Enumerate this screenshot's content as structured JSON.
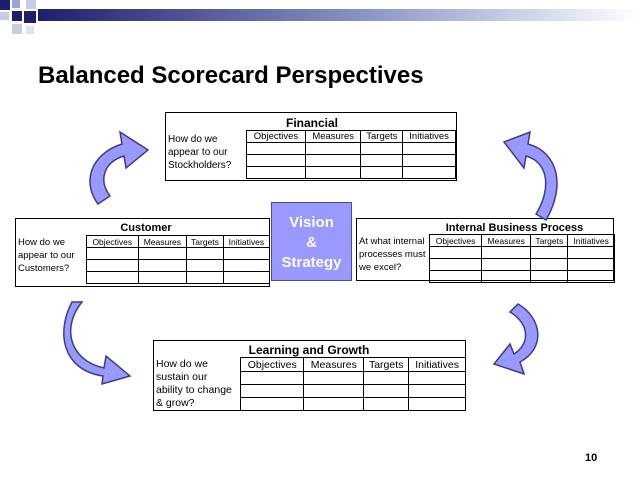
{
  "slide": {
    "title": "Balanced Scorecard Perspectives",
    "page_number": "10"
  },
  "columns": [
    "Objectives",
    "Measures",
    "Targets",
    "Initiatives"
  ],
  "vision": {
    "line1": "Vision",
    "line2": "&",
    "line3": "Strategy"
  },
  "financial": {
    "heading": "Financial",
    "question": [
      "How do we",
      "appear to our",
      "Stockholders?"
    ]
  },
  "customer": {
    "heading": "Customer",
    "question": [
      "How do we",
      "appear to our",
      "Customers?"
    ]
  },
  "internal": {
    "heading": "Internal Business Process",
    "question": [
      "At what internal",
      "processes must",
      "we excel?"
    ]
  },
  "learning": {
    "heading": "Learning and Growth",
    "question": [
      "How do we",
      "sustain our",
      "ability to change",
      "& grow?"
    ]
  },
  "colors": {
    "accent": "#9999ff",
    "bar_dark": "#1e1e6e",
    "bar_light": "#aab4d8"
  }
}
